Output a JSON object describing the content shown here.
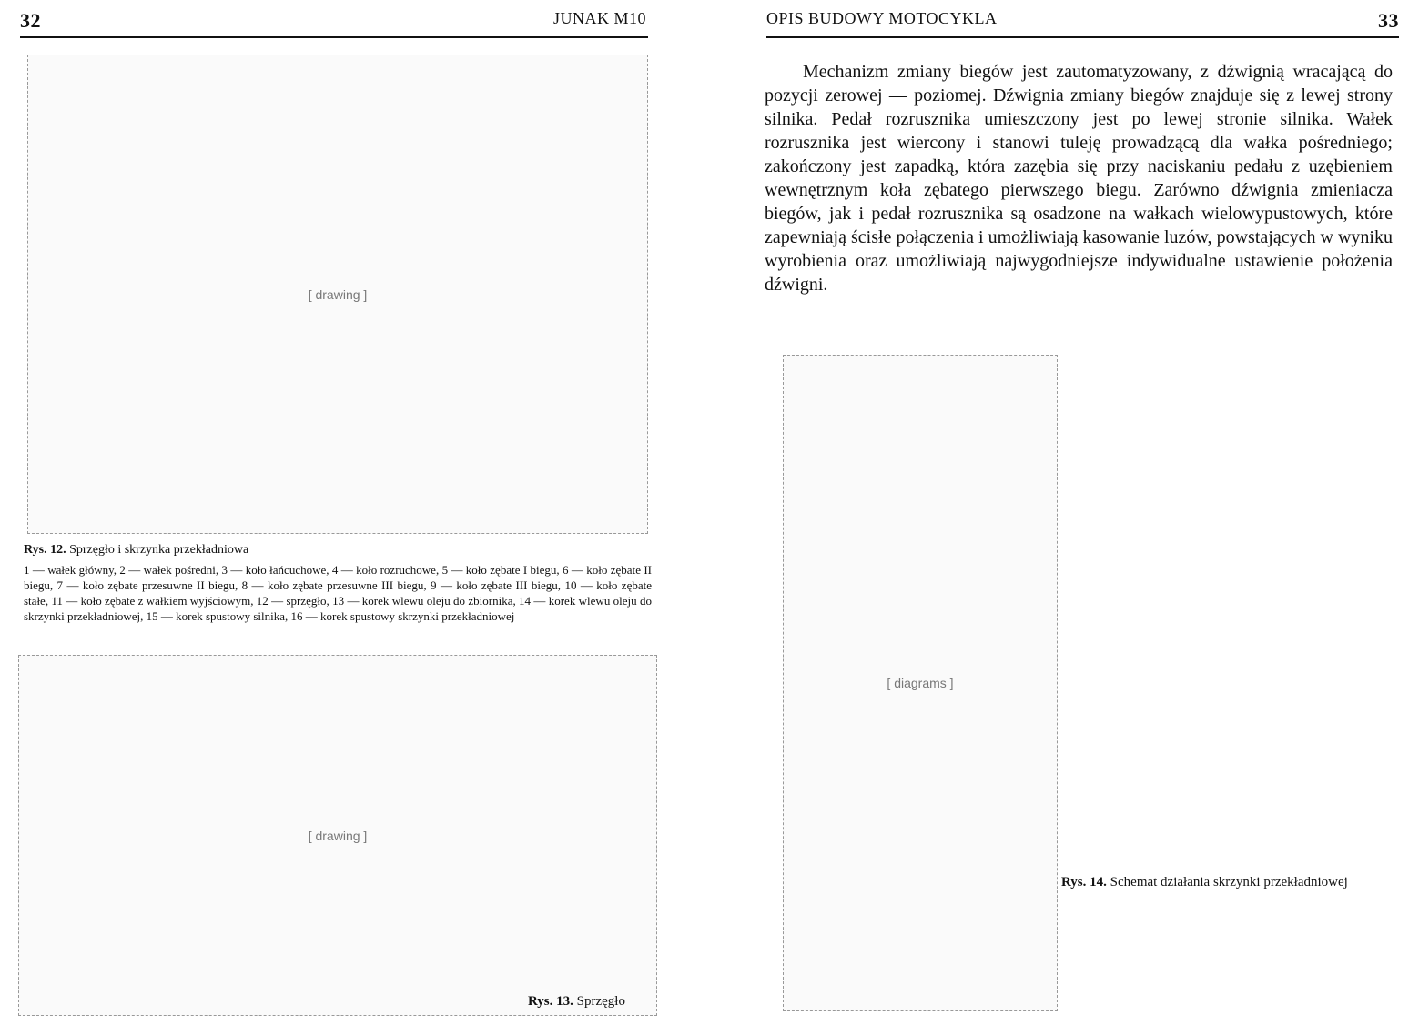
{
  "left": {
    "page_number": "32",
    "running_head": "JUNAK M10",
    "fig12": {
      "label": "Rys. 12.",
      "title": "Sprzęgło i skrzynka przekładniowa",
      "legend": "1 — wałek główny, 2 — wałek pośredni, 3 — koło łańcuchowe, 4 — koło rozruchowe, 5 — koło zębate I biegu, 6 — koło zębate II biegu, 7 — koło zębate przesuwne II biegu, 8 — koło zębate przesuwne III biegu, 9 — koło zębate III biegu, 10 — koło zębate stałe, 11 — koło zębate z wałkiem wyjściowym, 12 — sprzęgło, 13 — korek wlewu oleju do zbiornika, 14 — korek wlewu oleju do skrzynki przekładniowej, 15 — korek spustowy silnika, 16 — korek spustowy skrzynki przekładniowej"
    },
    "fig13": {
      "label": "Rys. 13.",
      "title": "Sprzęgło"
    }
  },
  "right": {
    "page_number": "33",
    "running_head": "OPIS BUDOWY MOTOCYKLA",
    "body": "Mechanizm zmiany biegów jest zautomatyzowany, z dźwignią wracającą do pozycji zerowej — poziomej. Dźwignia zmiany biegów znajduje się z lewej strony silnika. Pedał rozrusznika umieszczony jest po lewej stronie silnika. Wałek rozrusznika jest wiercony i stanowi tuleję prowadzącą dla wałka pośredniego; zakończony jest zapadką, która zazębia się przy naciskaniu pedału z uzębieniem wewnętrznym koła zębatego pierwszego biegu. Zarówno dźwignia zmieniacza biegów, jak i pedał rozrusznika są osadzone na wałkach wielowypustowych, które zapewniają ścisłe połączenia i umożliwiają kasowanie luzów, powstających w wyniku wyrobienia oraz umożliwiają najwygodniejsze indywidualne ustawienie położenia dźwigni.",
    "fig14": {
      "label": "Rys. 14.",
      "title": "Schemat działania skrzynki przekładniowej"
    }
  }
}
